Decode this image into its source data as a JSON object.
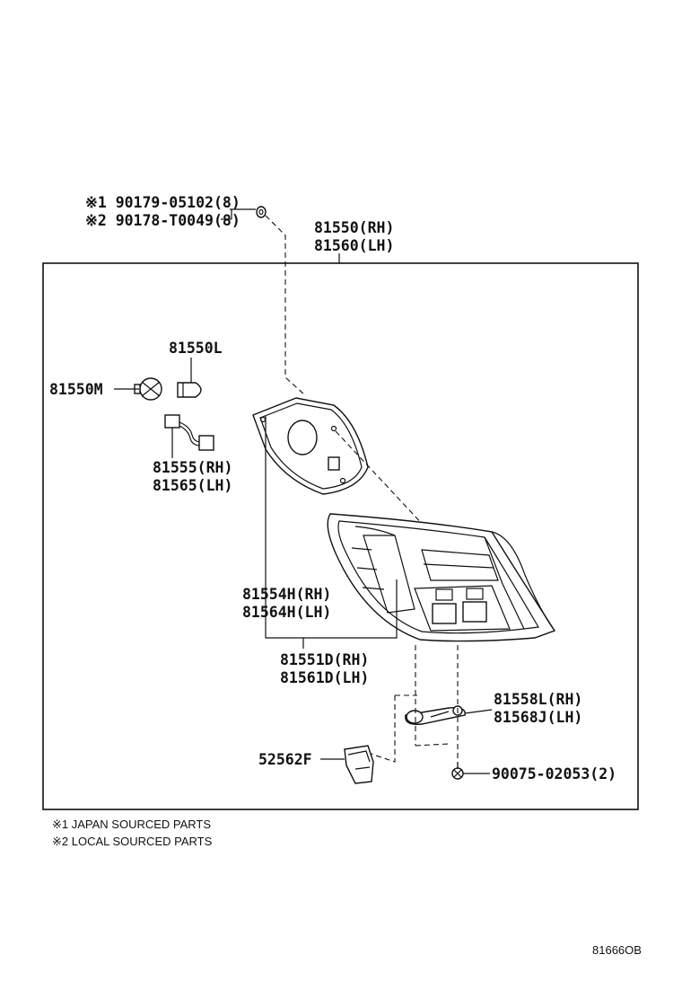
{
  "callouts": {
    "fastener_japan": "※1 90179-05102(8)",
    "fastener_local": "※2 90178-T0049(8)",
    "lamp_assy_rh": "81550(RH)",
    "lamp_assy_lh": "81560(LH)",
    "bulb": "81550L",
    "socket": "81550M",
    "wire_rh": "81555(RH)",
    "wire_lh": "81565(LH)",
    "gasket_rh": "81554H(RH)",
    "gasket_lh": "81564H(LH)",
    "lens_rh": "81551D(RH)",
    "lens_lh": "81561D(LH)",
    "bracket_rh": "81558L(RH)",
    "bracket_lh": "81568J(LH)",
    "screw": "90075-02053(2)",
    "cover": "52562F"
  },
  "notes": {
    "japan": "※1 JAPAN SOURCED PARTS",
    "local": "※2 LOCAL SOURCED PARTS"
  },
  "diagram_code": "81666OB"
}
